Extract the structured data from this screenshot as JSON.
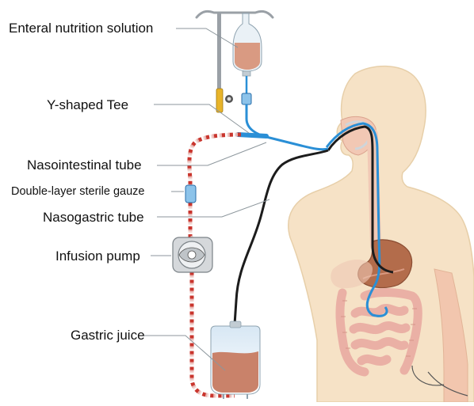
{
  "labels": {
    "enteral_solution": "Enteral nutrition solution",
    "y_tee": "Y-shaped Tee",
    "nasointestinal": "Nasointestinal tube",
    "gauze": "Double-layer sterile gauze",
    "nasogastric": "Nasogastric tube",
    "pump": "Infusion pump",
    "gastric_juice": "Gastric juice"
  },
  "colors": {
    "skin": "#f6e2c6",
    "skin_outline": "#e7cfa9",
    "nutrition_fluid": "#d99a82",
    "gastric_fluid": "#c9826a",
    "blue_tube": "#2a8fd6",
    "black_tube": "#1c1c1c",
    "red_stripe": "#c9352d",
    "leader_line": "#8c969c",
    "intestine": "#eab0a5",
    "stomach": "#b36c4b"
  }
}
